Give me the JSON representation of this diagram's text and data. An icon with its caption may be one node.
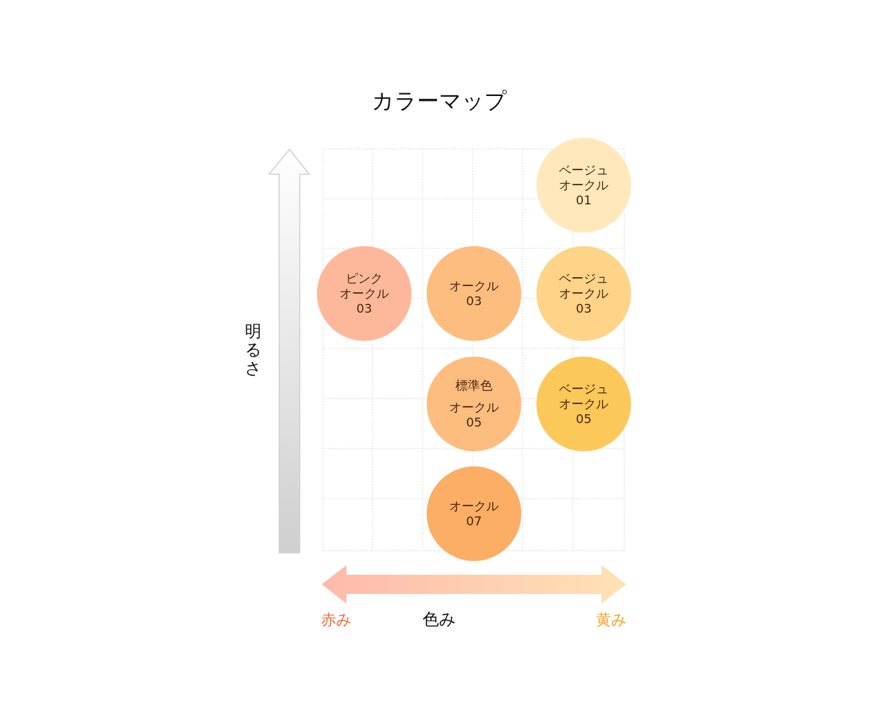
{
  "diagram": {
    "title": "カラーマップ",
    "nodes": [
      {
        "text": [
          "ベージュオークル01"
        ]
      },
      {
        "text": [
          "ピンクオークル03"
        ]
      },
      {
        "text": [
          "オークル03"
        ]
      },
      {
        "text": [
          "ベージュオークル03"
        ]
      },
      {
        "text": [
          "標準色",
          "オークル05"
        ]
      },
      {
        "text": [
          "ベージュオークル05"
        ]
      },
      {
        "text": [
          "オークル07"
        ]
      }
    ],
    "labels": [
      "明るさ",
      "赤み",
      "色み",
      "黄み"
    ]
  }
}
